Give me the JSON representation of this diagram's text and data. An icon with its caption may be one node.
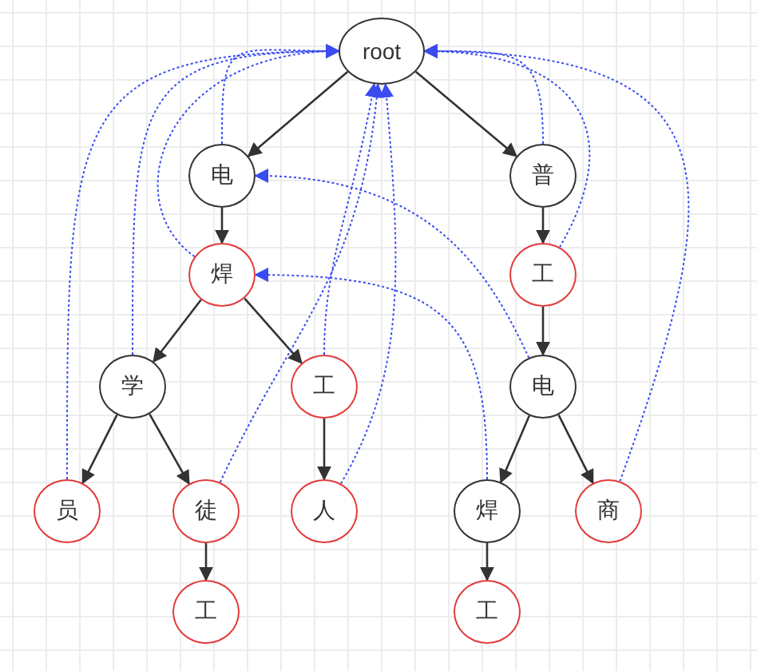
{
  "diagram": {
    "nodes": [
      {
        "text": [
          "root"
        ]
      },
      {
        "text": [
          "电"
        ]
      },
      {
        "text": [
          "普"
        ]
      },
      {
        "text": [
          "焊"
        ]
      },
      {
        "text": [
          "工"
        ]
      },
      {
        "text": [
          "学"
        ]
      },
      {
        "text": [
          "工"
        ]
      },
      {
        "text": [
          "电"
        ]
      },
      {
        "text": [
          "员"
        ]
      },
      {
        "text": [
          "徒"
        ]
      },
      {
        "text": [
          "人"
        ]
      },
      {
        "text": [
          "焊"
        ]
      },
      {
        "text": [
          "商"
        ]
      },
      {
        "text": [
          "工"
        ]
      },
      {
        "text": [
          "工"
        ]
      }
    ],
    "edges": [
      {
        "from": 0,
        "to": 1,
        "arrow": "to"
      },
      {
        "from": 0,
        "to": 2,
        "arrow": "to"
      },
      {
        "from": 1,
        "to": 3,
        "arrow": "to"
      },
      {
        "from": 2,
        "to": 4,
        "arrow": "to"
      },
      {
        "from": 3,
        "to": 5,
        "arrow": "to"
      },
      {
        "from": 3,
        "to": 6,
        "arrow": "to"
      },
      {
        "from": 4,
        "to": 7,
        "arrow": "to"
      },
      {
        "from": 5,
        "to": 8,
        "arrow": "to"
      },
      {
        "from": 5,
        "to": 9,
        "arrow": "to"
      },
      {
        "from": 6,
        "to": 10,
        "arrow": "to"
      },
      {
        "from": 7,
        "to": 11,
        "arrow": "to"
      },
      {
        "from": 7,
        "to": 12,
        "arrow": "to"
      },
      {
        "from": 9,
        "to": 13,
        "arrow": "to"
      },
      {
        "from": 11,
        "to": 14,
        "arrow": "to"
      },
      {
        "from": 1,
        "to": 0,
        "arrow": "to",
        "style": "dashed",
        "color": "#3a4cf0"
      },
      {
        "from": 3,
        "to": 0,
        "arrow": "to",
        "style": "dashed",
        "color": "#3a4cf0"
      },
      {
        "from": 5,
        "to": 0,
        "arrow": "to",
        "style": "dashed",
        "color": "#3a4cf0"
      },
      {
        "from": 8,
        "to": 0,
        "arrow": "to",
        "style": "dashed",
        "color": "#3a4cf0"
      },
      {
        "from": 2,
        "to": 0,
        "arrow": "to",
        "style": "dashed",
        "color": "#3a4cf0"
      },
      {
        "from": 4,
        "to": 0,
        "arrow": "to",
        "style": "dashed",
        "color": "#3a4cf0"
      },
      {
        "from": 12,
        "to": 0,
        "arrow": "to",
        "style": "dashed",
        "color": "#3a4cf0"
      },
      {
        "from": 6,
        "to": 0,
        "arrow": "to",
        "style": "dashed",
        "color": "#3a4cf0"
      },
      {
        "from": 9,
        "to": 0,
        "arrow": "to",
        "style": "dashed",
        "color": "#3a4cf0"
      },
      {
        "from": 10,
        "to": 0,
        "arrow": "to",
        "style": "dashed",
        "color": "#3a4cf0"
      },
      {
        "from": 7,
        "to": 1,
        "arrow": "to",
        "style": "dashed",
        "color": "#3a4cf0"
      },
      {
        "from": 11,
        "to": 3,
        "arrow": "to",
        "style": "dashed",
        "color": "#3a4cf0"
      }
    ]
  }
}
